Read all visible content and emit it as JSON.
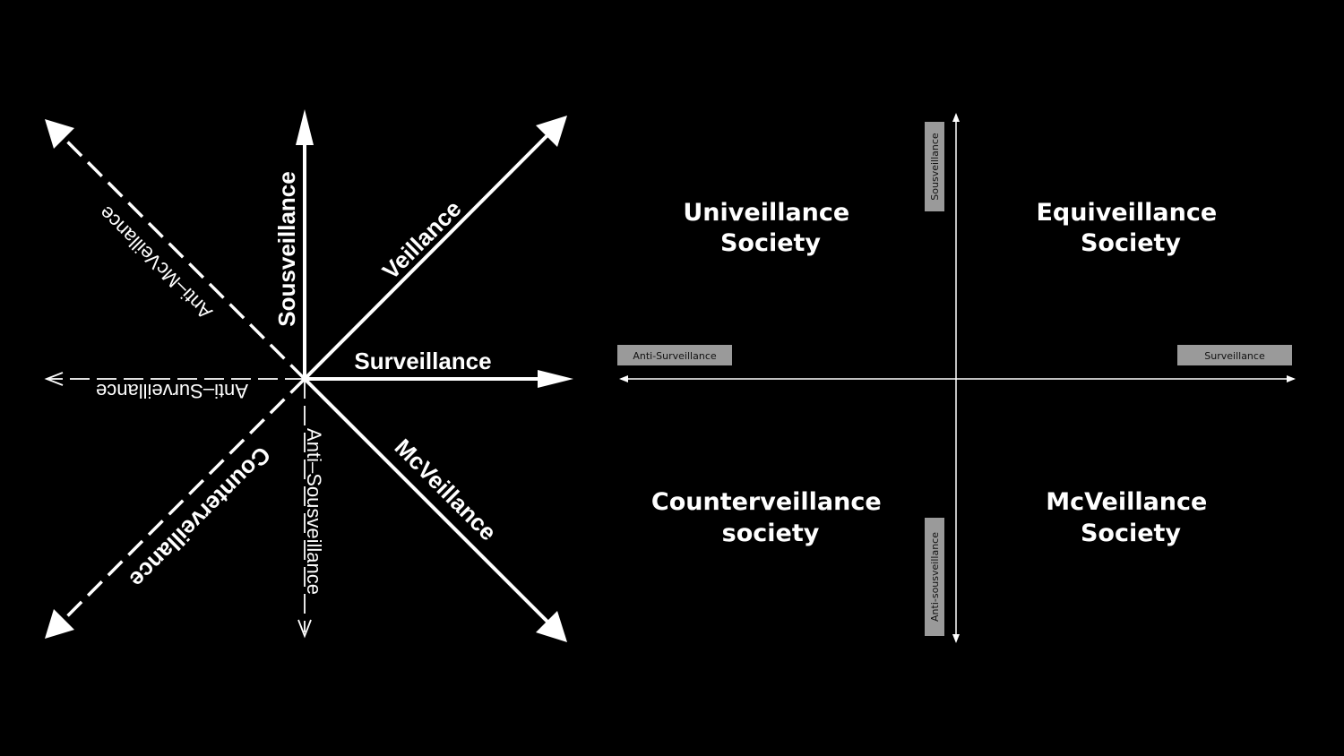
{
  "left_diagram": {
    "solid_axes": {
      "up": "Sousveillance",
      "diag_up_right": "Veillance",
      "right": "Surveillance",
      "diag_down_right": "McVeillance"
    },
    "dashed_axes": {
      "diag_up_left": "Anti–McVeillance",
      "left": "Anti–Surveillance",
      "down": "Anti–Sousveillance",
      "diag_down_left": "Counterveillance"
    }
  },
  "right_diagram": {
    "axis_tags": {
      "top": "Sousveillance",
      "bottom": "Anti-sousveillance",
      "left": "Anti-Surveillance",
      "right": "Surveillance"
    },
    "quadrants": {
      "top_left": [
        "Univeillance",
        "Society"
      ],
      "top_right": [
        "Equiveillance",
        "Society"
      ],
      "bottom_left": [
        "Counterveillance",
        "society"
      ],
      "bottom_right": [
        "McVeillance",
        "Society"
      ]
    },
    "tag_color": "#9a9a9a"
  }
}
